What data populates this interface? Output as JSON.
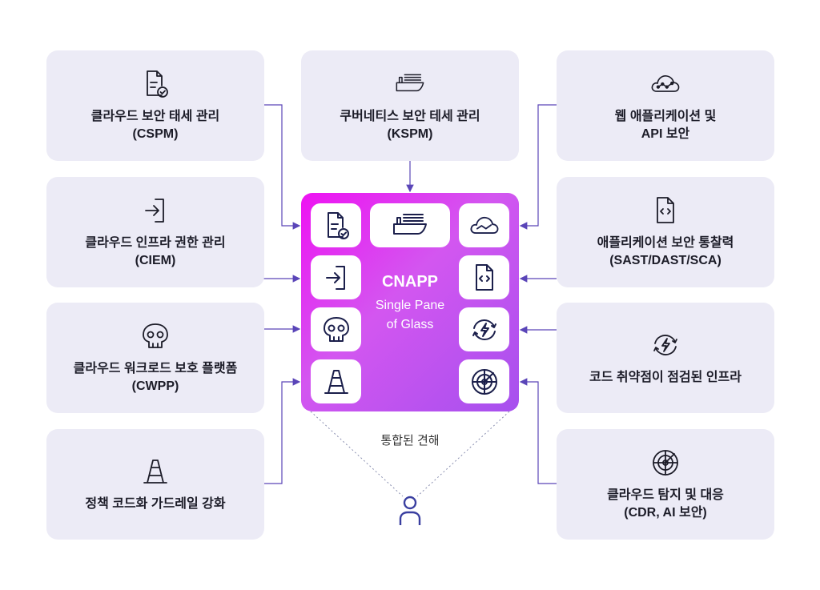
{
  "left_boxes": [
    {
      "line1": "클라우드 보안 태세 관리",
      "line2": "(CSPM)",
      "icon": "document-check-icon"
    },
    {
      "line1": "클라우드 인프라 권한 관리",
      "line2": "(CIEM)",
      "icon": "sign-in-icon"
    },
    {
      "line1": "클라우드 워크로드 보호 플랫폼",
      "line2": "(CWPP)",
      "icon": "skull-icon"
    },
    {
      "line1": "정책 코드화 가드레일 강화",
      "line2": "",
      "icon": "traffic-cone-icon"
    }
  ],
  "top_box": {
    "line1": "쿠버네티스 보안 테세 관리",
    "line2": "(KSPM)",
    "icon": "container-ship-icon"
  },
  "right_boxes": [
    {
      "line1": "웹 애플리케이션 및",
      "line2": "API 보안",
      "icon": "cloud-network-icon"
    },
    {
      "line1": "애플리케이션 보안 통찰력",
      "line2": "(SAST/DAST/SCA)",
      "icon": "code-file-icon"
    },
    {
      "line1": "코드 취약점이 점검된 인프라",
      "line2": "",
      "icon": "refresh-bolt-icon"
    },
    {
      "line1": "클라우드 탐지 및 대응",
      "line2": "(CDR, AI 보안)",
      "icon": "radar-icon"
    }
  ],
  "hub": {
    "title": "CNAPP",
    "subtitle1": "Single Pane",
    "subtitle2": "of Glass"
  },
  "caption": "통합된 견해",
  "colors": {
    "box_bg": "#ecebf6",
    "connector": "#5a45b8",
    "hub_start": "#ee12f2",
    "hub_end": "#a650ee",
    "icon": "#1b1f4b"
  }
}
